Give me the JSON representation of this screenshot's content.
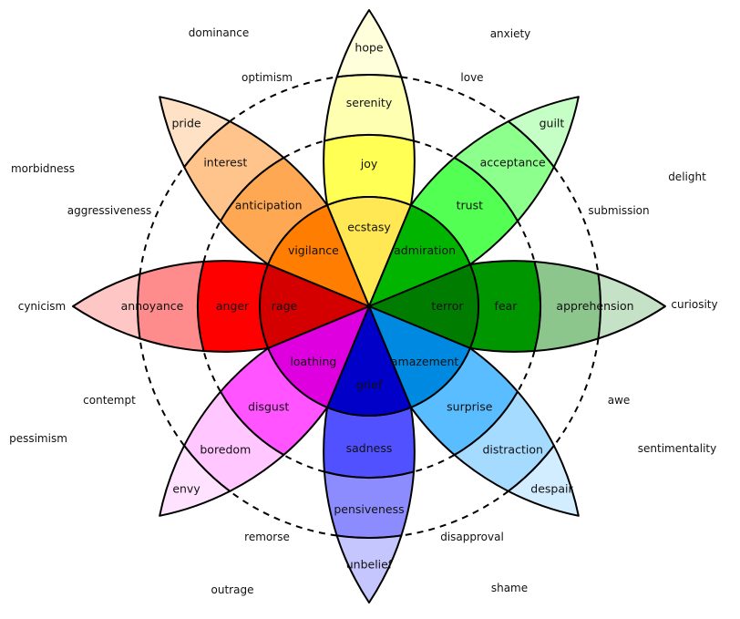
{
  "title": "Plutchik's wheel of emotions",
  "petals": [
    {
      "axis": "joy",
      "direction": "up",
      "levels": [
        "ecstasy",
        "joy",
        "serenity",
        "hope"
      ],
      "colors": [
        "#ffe854",
        "#ffff54",
        "#ffffb1",
        "#ffffdc"
      ]
    },
    {
      "axis": "trust",
      "direction": "up-right",
      "levels": [
        "admiration",
        "trust",
        "acceptance",
        "guilt"
      ],
      "colors": [
        "#00b400",
        "#54ff54",
        "#8cff8c",
        "#c6ffc6"
      ]
    },
    {
      "axis": "fear",
      "direction": "right",
      "levels": [
        "terror",
        "fear",
        "apprehension",
        ""
      ],
      "colors": [
        "#007d00",
        "#009600",
        "#8cc68c",
        "#c6e2c6"
      ]
    },
    {
      "axis": "surprise",
      "direction": "down-right",
      "levels": [
        "amazement",
        "surprise",
        "distraction",
        "despair"
      ],
      "colors": [
        "#0089e0",
        "#59bdff",
        "#a5dbff",
        "#d2edff"
      ]
    },
    {
      "axis": "sadness",
      "direction": "down",
      "levels": [
        "grief",
        "sadness",
        "pensiveness",
        "unbelief"
      ],
      "colors": [
        "#0000c8",
        "#5151ff",
        "#8c8cff",
        "#c6c6ff"
      ]
    },
    {
      "axis": "disgust",
      "direction": "down-left",
      "levels": [
        "loathing",
        "disgust",
        "boredom",
        "envy"
      ],
      "colors": [
        "#de00de",
        "#ff54ff",
        "#ffc6ff",
        "#ffe2ff"
      ]
    },
    {
      "axis": "anger",
      "direction": "left",
      "levels": [
        "rage",
        "anger",
        "annoyance",
        ""
      ],
      "colors": [
        "#d40000",
        "#ff0000",
        "#ff8c8c",
        "#ffc6c6"
      ]
    },
    {
      "axis": "anticipation",
      "direction": "up-left",
      "levels": [
        "vigilance",
        "anticipation",
        "interest",
        "pride"
      ],
      "colors": [
        "#ff7d00",
        "#ffa854",
        "#ffc48c",
        "#ffe2c6"
      ]
    }
  ],
  "dyads_inner": [
    "love",
    "submission",
    "awe",
    "disapproval",
    "remorse",
    "contempt",
    "aggressiveness",
    "optimism"
  ],
  "dyads_outer_ring": [
    "anxiety",
    "delight",
    "sentimentality",
    "shame",
    "outrage",
    "pessimism",
    "morbidness",
    "dominance"
  ],
  "axis_end_labels": {
    "left": "cynicism",
    "right": "curiosity"
  }
}
